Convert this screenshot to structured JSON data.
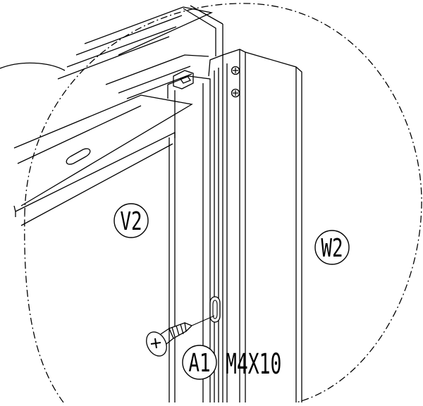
{
  "diagram": {
    "labels": {
      "v2": "V2",
      "w2": "W2",
      "a1": "A1",
      "screw_spec": "M4X10"
    },
    "colors": {
      "line": "#000000",
      "background": "#ffffff"
    }
  }
}
